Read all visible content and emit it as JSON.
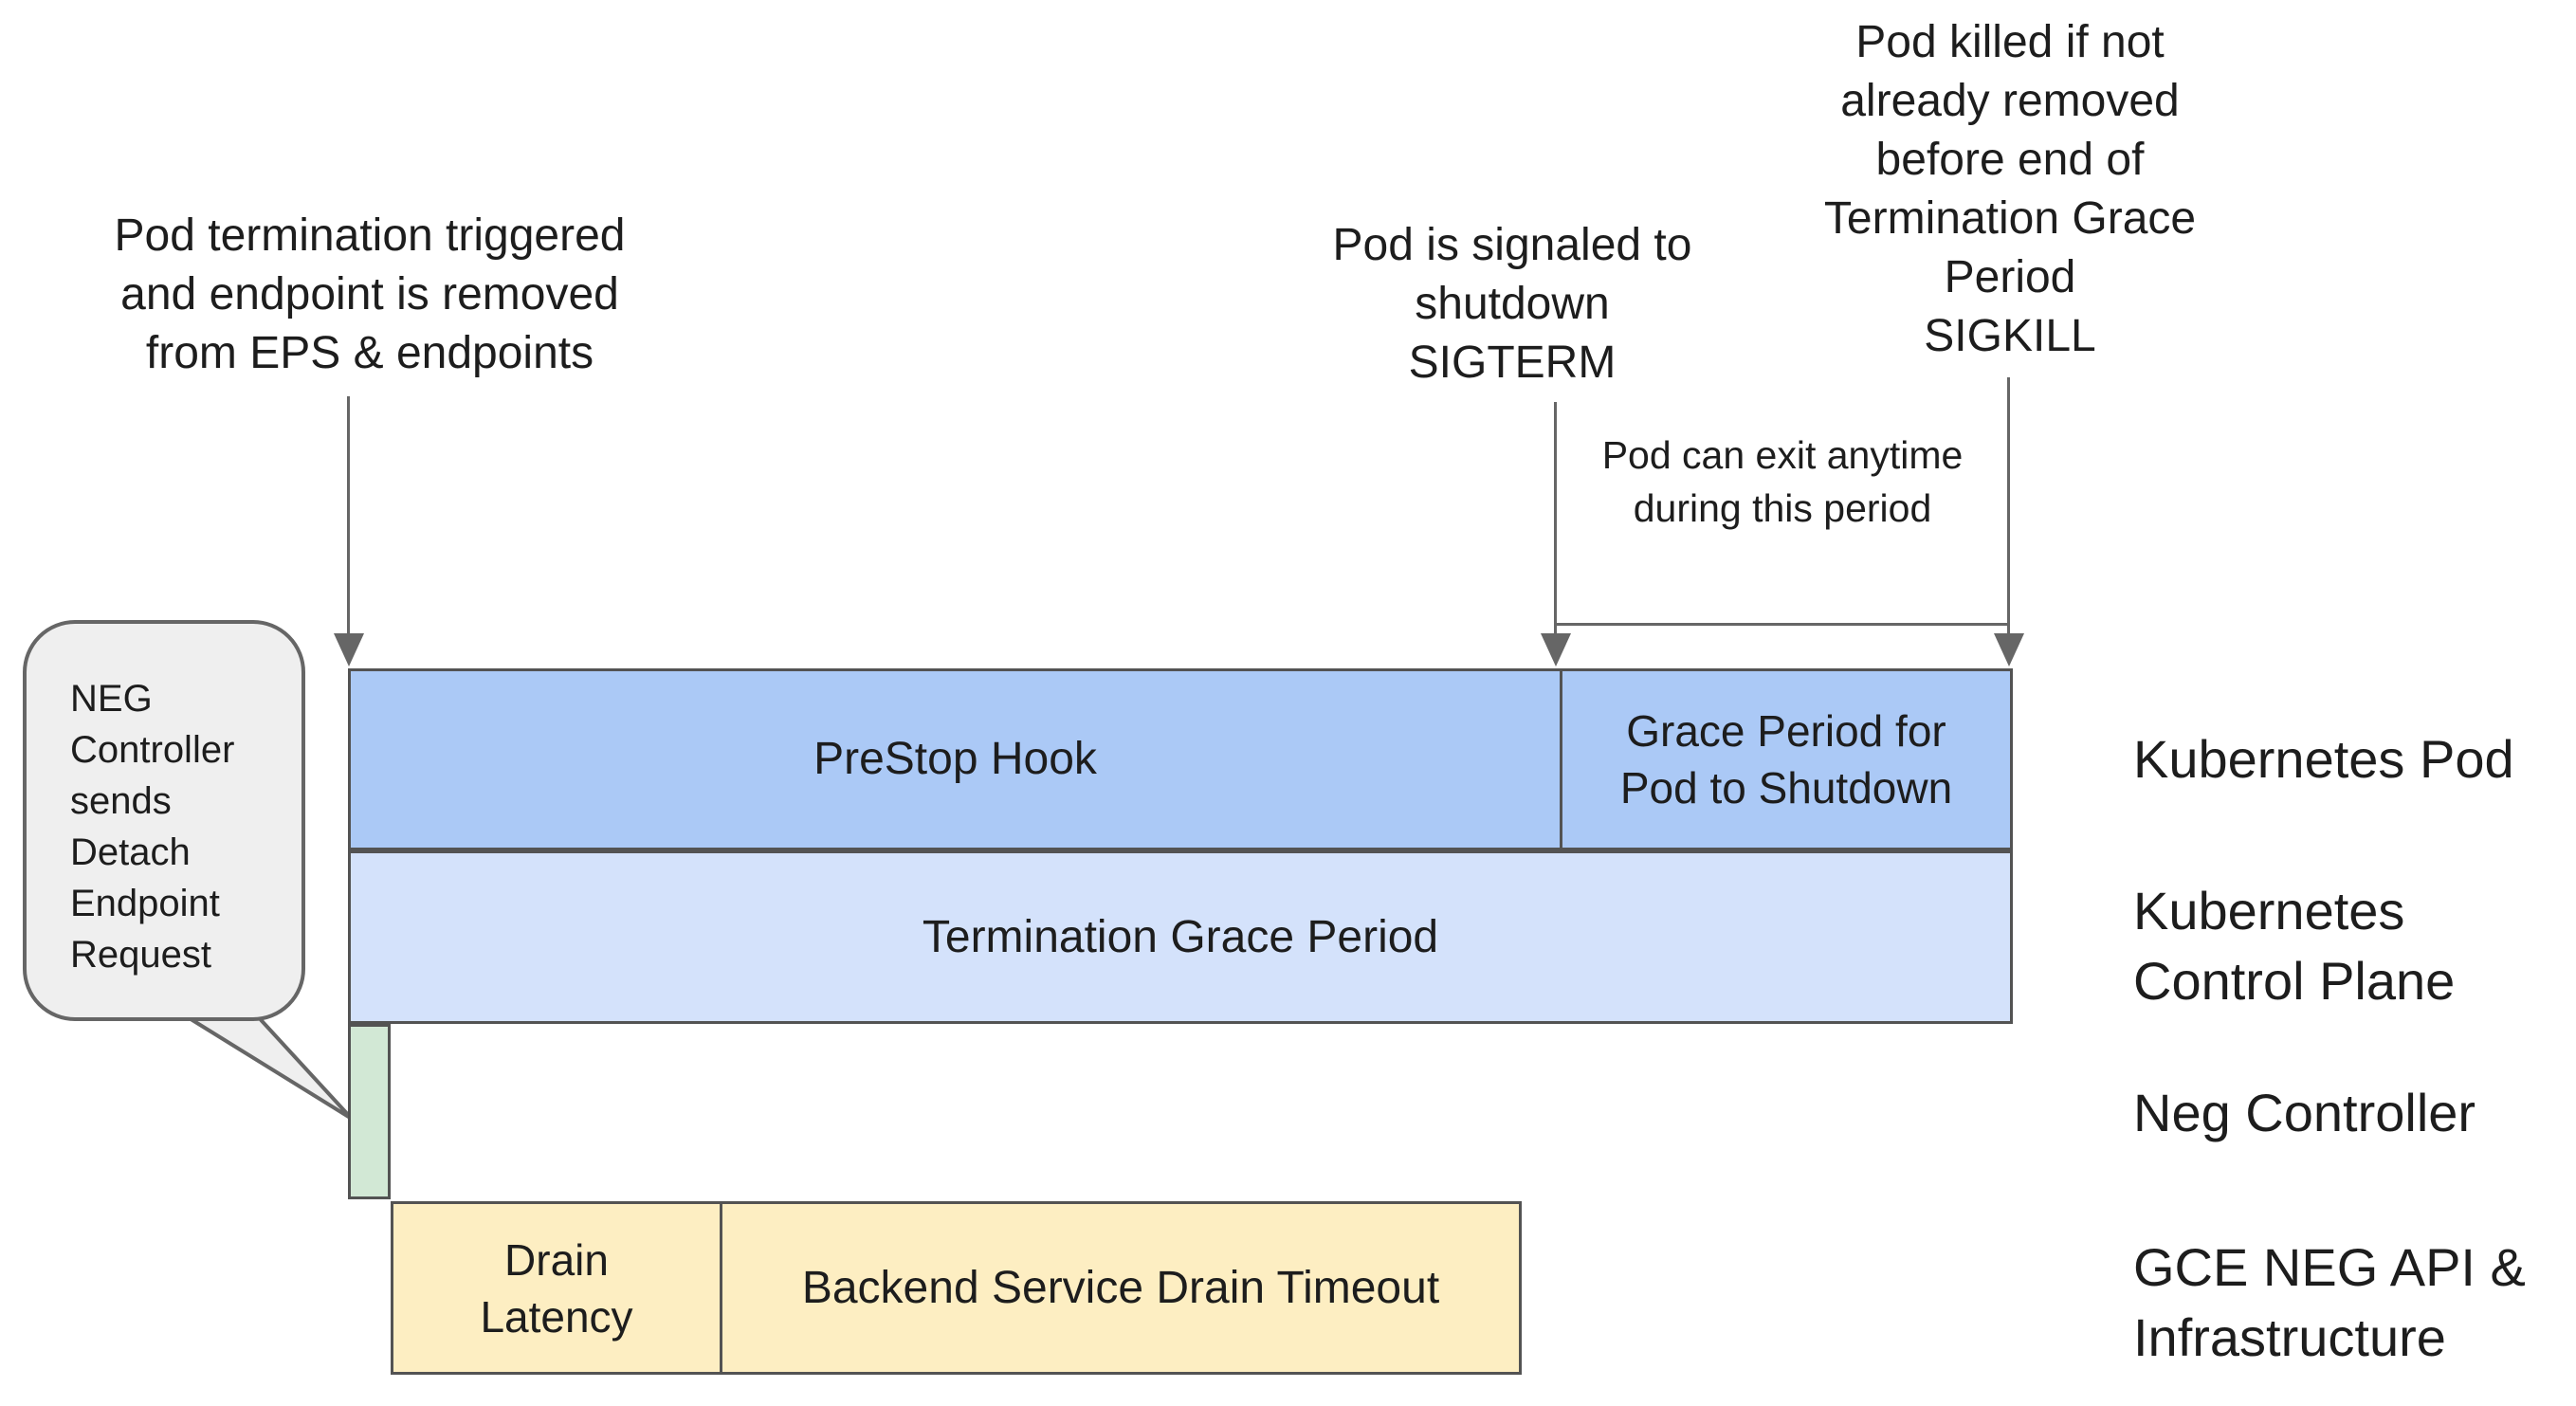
{
  "colors": {
    "text_color": "#1d1d1d",
    "arrow_color": "#666666",
    "bar_border": "#535353",
    "pod_row_fill": "#abc9f6",
    "tgp_row_fill": "#d4e2fb",
    "green_fill": "#d2e8d5",
    "yellow_fill": "#fdeec2",
    "bubble_fill": "#efefef",
    "bubble_border": "#666666"
  },
  "annotations": {
    "pod_termination": "Pod termination triggered\nand endpoint is removed\nfrom EPS & endpoints",
    "sigterm": "Pod is signaled to\nshutdown\nSIGTERM",
    "sigkill": "Pod killed if not\nalready removed\nbefore end of\nTermination Grace\nPeriod\nSIGKILL",
    "exit_anytime": "Pod can exit anytime\nduring this period",
    "neg_bubble": "NEG\nController\nsends\nDetach\nEndpoint\nRequest"
  },
  "timeline": {
    "kubernetes_pod_row": {
      "prestop_label": "PreStop Hook",
      "grace_label": "Grace Period for\nPod to Shutdown"
    },
    "control_plane_row": {
      "label": "Termination Grace Period"
    },
    "gce_row": {
      "drain_latency_label": "Drain\nLatency",
      "backend_drain_label": "Backend Service Drain Timeout"
    }
  },
  "lanes": [
    {
      "label": "Kubernetes Pod"
    },
    {
      "label": "Kubernetes\nControl Plane"
    },
    {
      "label": "Neg Controller"
    },
    {
      "label": "GCE NEG API &\nInfrastructure"
    }
  ]
}
